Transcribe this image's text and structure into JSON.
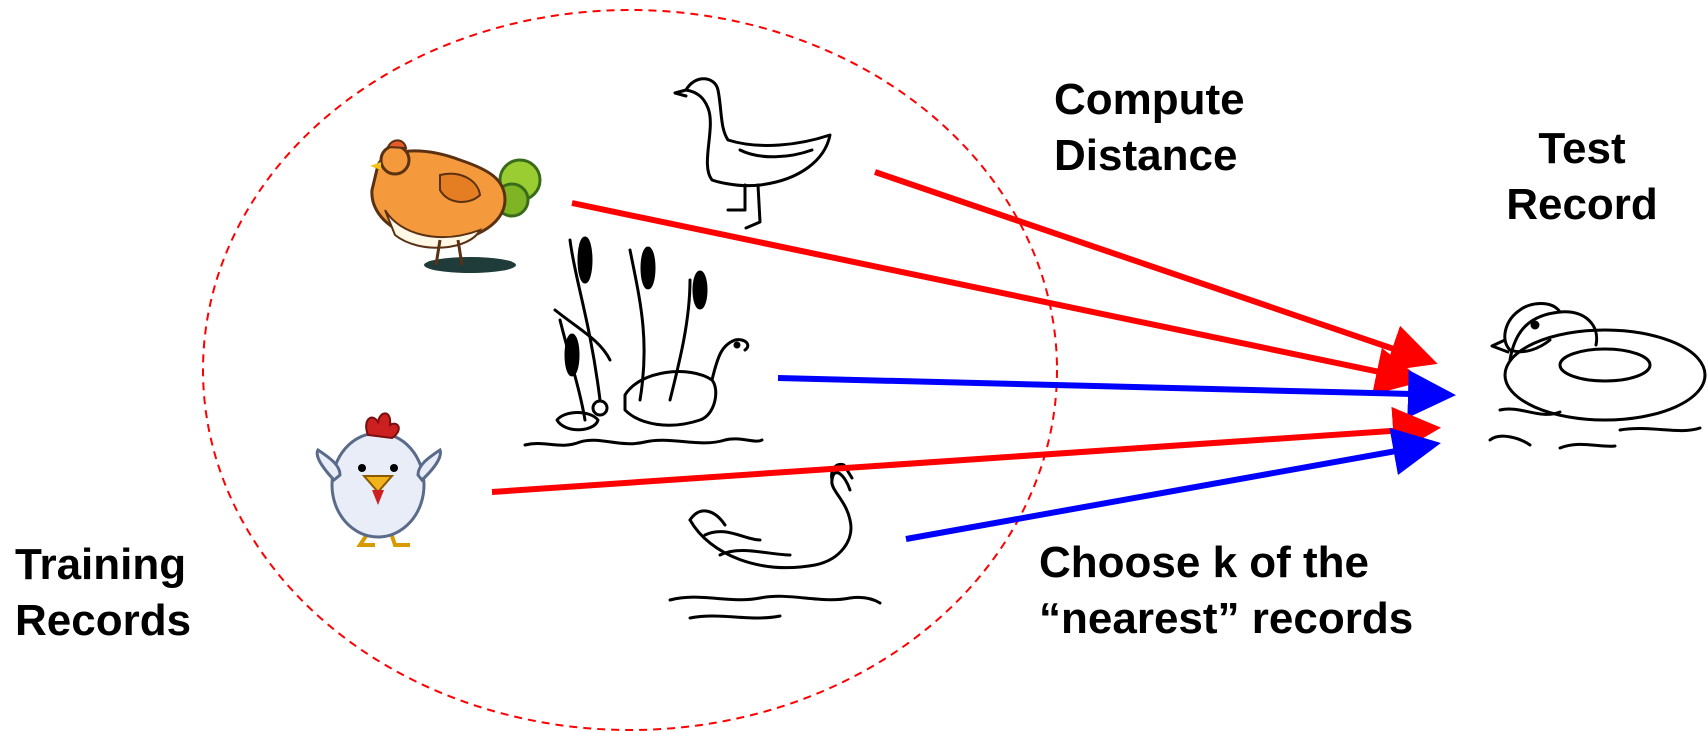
{
  "labels": {
    "compute_distance": [
      "Compute",
      "Distance"
    ],
    "test_record": [
      "Test",
      "Record"
    ],
    "training_records": [
      "Training",
      "Records"
    ],
    "choose_k": [
      "Choose k of the",
      "“nearest” records"
    ]
  },
  "colors": {
    "distance_arrow": "#ff0000",
    "nearest_arrow": "#0000ff",
    "training_boundary": "#ff0000",
    "text": "#000000"
  },
  "icons": {
    "training": [
      "rooster-icon",
      "goose-icon",
      "ducks-in-reeds-icon",
      "chick-icon",
      "swan-icon"
    ],
    "test": "duck-float-icon"
  },
  "arrows": [
    {
      "from": "goose",
      "kind": "distance"
    },
    {
      "from": "rooster",
      "kind": "distance"
    },
    {
      "from": "ducks-in-reeds",
      "kind": "nearest"
    },
    {
      "from": "chick",
      "kind": "distance"
    },
    {
      "from": "swan",
      "kind": "nearest"
    }
  ]
}
